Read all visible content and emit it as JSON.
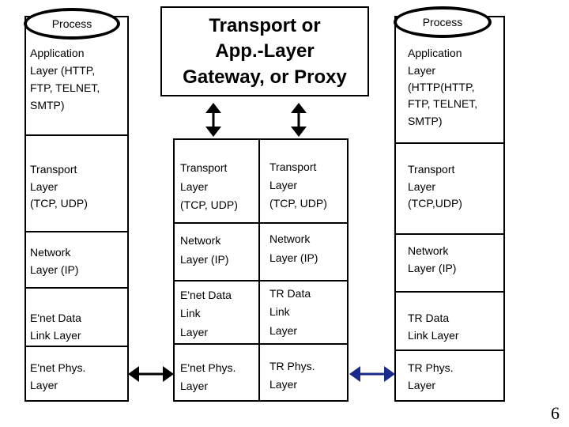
{
  "colors": {
    "border": "#000000",
    "black_arrow": "#000000",
    "blue_arrow": "#1a2a8c"
  },
  "left_host": {
    "process_label": "Process",
    "application": [
      "Application",
      "Layer (HTTP,",
      "FTP, TELNET,",
      "SMTP)"
    ],
    "transport": [
      "Transport",
      "Layer",
      "(TCP, UDP)"
    ],
    "network": [
      "Network",
      "Layer (IP)"
    ],
    "datalink": [
      "E'net Data",
      "Link Layer"
    ],
    "physical": [
      "E'net Phys.",
      "Layer"
    ]
  },
  "gateway": {
    "title_lines": [
      "Transport or",
      "App.-Layer",
      "Gateway, or Proxy"
    ],
    "left_col": {
      "transport": [
        "Transport",
        "Layer",
        "(TCP, UDP)"
      ],
      "network": [
        "Network",
        "Layer (IP)"
      ],
      "datalink": [
        "E'net Data",
        "Link",
        "Layer"
      ],
      "physical": [
        "E'net Phys.",
        "Layer"
      ]
    },
    "right_col": {
      "transport": [
        "Transport",
        "Layer",
        "(TCP, UDP)"
      ],
      "network": [
        "Network",
        "Layer (IP)"
      ],
      "datalink": [
        "TR Data",
        "Link",
        "Layer"
      ],
      "physical": [
        "TR Phys.",
        "Layer"
      ]
    }
  },
  "right_host": {
    "process_label": "Process",
    "application": [
      "Application",
      "Layer",
      "(HTTP(HTTP,",
      "FTP, TELNET,",
      "SMTP)"
    ],
    "transport": [
      "Transport",
      "Layer",
      "(TCP,UDP)"
    ],
    "network": [
      "Network",
      "Layer (IP)"
    ],
    "datalink": [
      "TR Data",
      "Link Layer"
    ],
    "physical": [
      "TR Phys.",
      "Layer"
    ]
  },
  "page_number": "6"
}
